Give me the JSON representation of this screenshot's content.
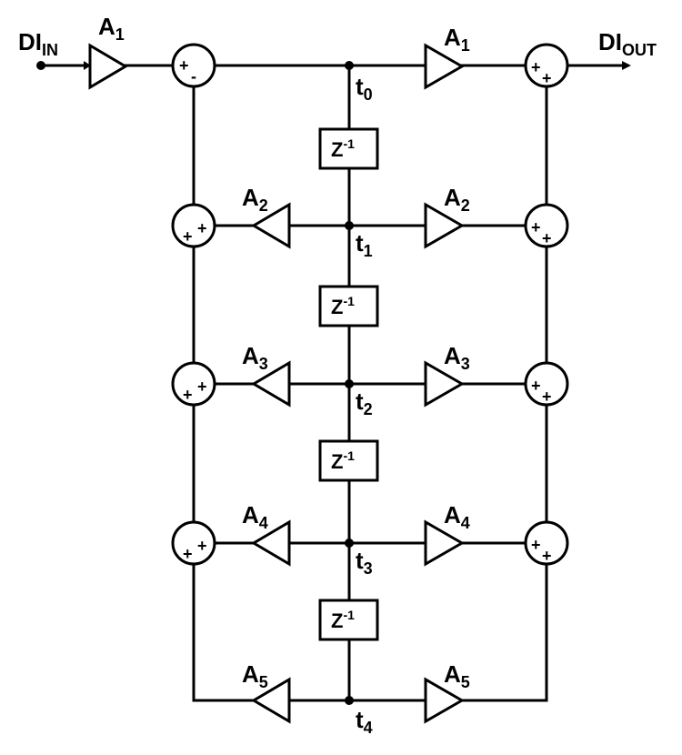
{
  "input_label": {
    "main": "DI",
    "sub": "IN"
  },
  "output_label": {
    "main": "DI",
    "sub": "OUT"
  },
  "delay_label": {
    "main": "Z",
    "sup": "-1"
  },
  "gain_prefix": "A",
  "tap_prefix": "t",
  "taps": [
    "0",
    "1",
    "2",
    "3",
    "4"
  ],
  "input_gain": "1",
  "feedforward_gains": [
    "1",
    "2",
    "3",
    "4",
    "5"
  ],
  "feedback_gains": [
    "2",
    "3",
    "4",
    "5"
  ],
  "input_summer_signs": {
    "a": "+",
    "b": "-"
  },
  "left_summer_signs": {
    "a": "+",
    "b": "+"
  },
  "right_summer_signs": {
    "a": "+",
    "b": "+"
  }
}
